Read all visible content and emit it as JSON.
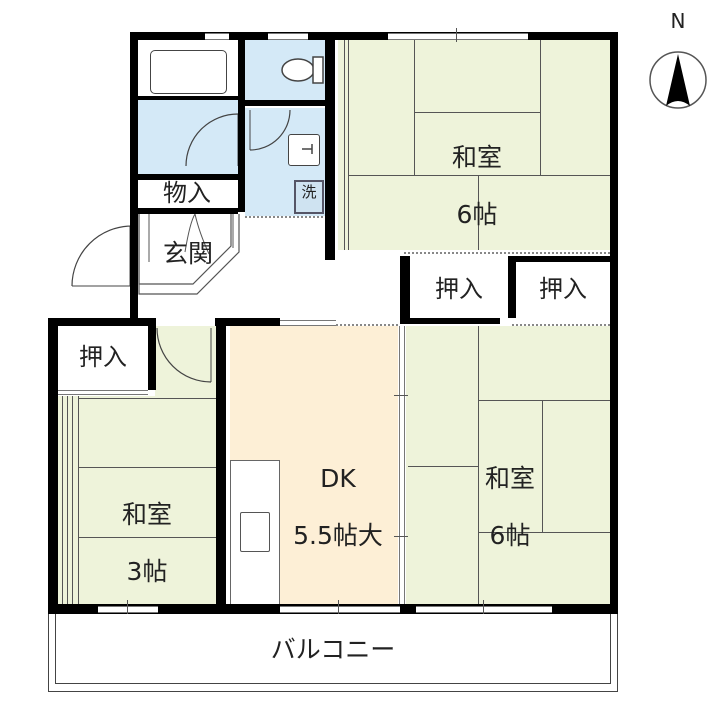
{
  "compass": {
    "label": "N"
  },
  "rooms": {
    "washitsu_ne": {
      "name": "和室",
      "size": "6帖"
    },
    "washitsu_se": {
      "name": "和室",
      "size": "6帖"
    },
    "washitsu_w": {
      "name": "和室",
      "size": "3帖"
    },
    "dk": {
      "name": "DK",
      "size": "5.5帖大"
    },
    "genkan": {
      "name": "玄関"
    },
    "monoire": {
      "name": "物入"
    },
    "oshiire_w": {
      "name": "押入"
    },
    "oshiire_c1": {
      "name": "押入"
    },
    "oshiire_c2": {
      "name": "押入"
    },
    "washer": {
      "name": "洗"
    },
    "balcony": {
      "name": "バルコニー"
    }
  },
  "colors": {
    "tatami": "#eef3da",
    "wet_area": "#d4e9f7",
    "dk_floor": "#fdefd6",
    "wall": "#000000"
  }
}
